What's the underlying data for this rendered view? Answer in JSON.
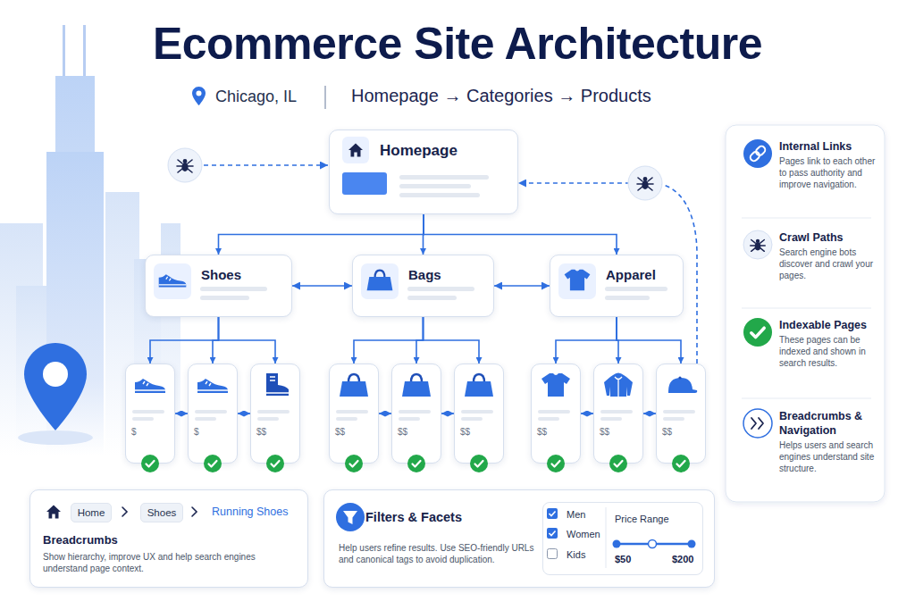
{
  "diagram": {
    "title": "Ecommerce Site Architecture",
    "nodes": [
      {
        "text": [
          "Homepage"
        ]
      },
      {
        "text": [
          "Shoes"
        ]
      },
      {
        "text": [
          "Bags"
        ]
      },
      {
        "text": [
          "Apparel"
        ]
      },
      {
        "text": [
          "$"
        ]
      },
      {
        "text": [
          "$"
        ]
      },
      {
        "text": [
          "$$"
        ]
      },
      {
        "text": [
          "$$"
        ]
      },
      {
        "text": [
          "$$"
        ]
      },
      {
        "text": [
          "$$"
        ]
      },
      {
        "text": [
          "$$"
        ]
      },
      {
        "text": [
          "$$"
        ]
      },
      {
        "text": [
          "$$"
        ]
      },
      {
        "text": [
          "Internal Links",
          "Pages link to each other to pass authority and improve navigation."
        ]
      },
      {
        "text": [
          "Crawl Paths",
          "Search engine bots discover and crawl your pages."
        ]
      },
      {
        "text": [
          "Indexable Pages",
          "These pages can be indexed and shown in search results."
        ]
      },
      {
        "text": [
          "Breadcrumbs & Navigation",
          "Helps users and search engines understand site structure."
        ]
      },
      {
        "text": [
          "Breadcrumbs",
          "Show hierarchy, improve UX and help search engines understand page context."
        ]
      },
      {
        "text": [
          "Home"
        ],
        "in": 17
      },
      {
        "text": [
          "Shoes"
        ],
        "in": 17
      },
      {
        "text": [
          "Filters & Facets",
          "Help users refine results. Use SEO-friendly URLs and canonical tags to avoid duplication."
        ]
      },
      {
        "text": [
          "Men",
          "Women",
          "Kids",
          "Price Range",
          "$50",
          "$200"
        ],
        "in": 20
      }
    ],
    "edges": [
      {
        "from": 0,
        "to": 1,
        "arrow": "to"
      },
      {
        "from": 0,
        "to": 2,
        "arrow": "to"
      },
      {
        "from": 0,
        "to": 3,
        "arrow": "to"
      },
      {
        "from": 1,
        "to": 2,
        "arrow": "both"
      },
      {
        "from": 2,
        "to": 3,
        "arrow": "both"
      },
      {
        "from": 1,
        "to": 4,
        "arrow": "to"
      },
      {
        "from": 1,
        "to": 5,
        "arrow": "to"
      },
      {
        "from": 1,
        "to": 6,
        "arrow": "to"
      },
      {
        "from": 2,
        "to": 7,
        "arrow": "to"
      },
      {
        "from": 2,
        "to": 8,
        "arrow": "to"
      },
      {
        "from": 2,
        "to": 9,
        "arrow": "to"
      },
      {
        "from": 3,
        "to": 10,
        "arrow": "to"
      },
      {
        "from": 3,
        "to": 11,
        "arrow": "to"
      },
      {
        "from": 3,
        "to": 12,
        "arrow": "to"
      },
      {
        "from": 4,
        "to": 5,
        "arrow": "both"
      },
      {
        "from": 5,
        "to": 6,
        "arrow": "both"
      },
      {
        "from": 7,
        "to": 8,
        "arrow": "both"
      },
      {
        "from": 8,
        "to": 9,
        "arrow": "both"
      },
      {
        "from": 10,
        "to": 11,
        "arrow": "both"
      },
      {
        "from": 11,
        "to": 12,
        "arrow": "both"
      },
      {
        "from": 12,
        "to": 0,
        "arrow": "to"
      }
    ],
    "labels": [
      "Chicago, IL",
      "Homepage → Categories → Products",
      "Running Shoes"
    ]
  }
}
